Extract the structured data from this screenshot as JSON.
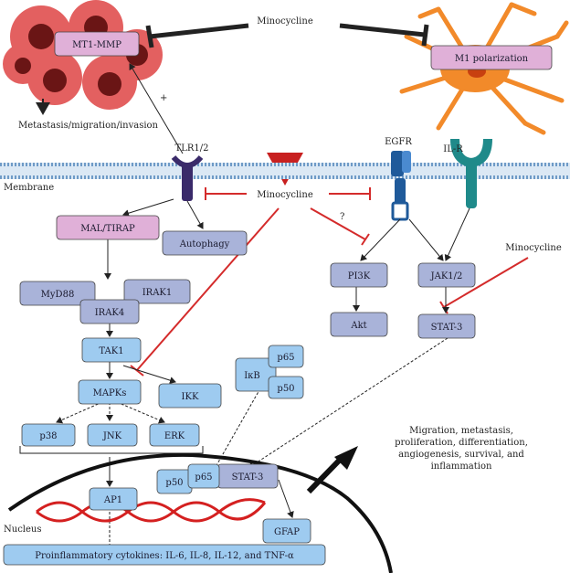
{
  "labels": {
    "minocycline_top": "Minocycline",
    "minocycline_mid": "Minocycline",
    "minocycline_right": "Minocycline",
    "mt1mmp": "MT1-MMP",
    "m1": "M1 polarization",
    "metastasis": "Metastasis/migration/invasion",
    "plus": "+",
    "tlr": "TLR1/2",
    "egfr": "EGFR",
    "ilr": "IL-R",
    "membrane": "Membrane",
    "question": "?",
    "mal": "MAL/TIRAP",
    "autophagy": "Autophagy",
    "myd88": "MyD88",
    "irak1": "IRAK1",
    "irak4": "IRAK4",
    "tak1": "TAK1",
    "mapks": "MAPKs",
    "ikk": "IKK",
    "p38": "p38",
    "jnk": "JNK",
    "erk": "ERK",
    "ikb": "IκB",
    "p65a": "p65",
    "p50a": "p50",
    "pi3k": "PI3K",
    "akt": "Akt",
    "jak": "JAK1/2",
    "stat3a": "STAT-3",
    "p50b": "p50",
    "p65b": "p65",
    "stat3b": "STAT-3",
    "ap1": "AP1",
    "gfap": "GFAP",
    "nucleus": "Nucleus",
    "outcome_1": "Migration, metastasis,",
    "outcome_2": "proliferation, differentiation,",
    "outcome_3": "angiogenesis, survival, and",
    "outcome_4": "inflammation",
    "cytokines": "Proinflammatory cytokines: IL-6, IL-8, IL-12, and TNF-α"
  },
  "colors": {
    "blue_box": "#9ecbf0",
    "purple_box": "#a9b3d9",
    "pink_box": "#e0b0d8",
    "inhibit_red": "#d42b2b",
    "dna_red": "#d42020",
    "membrane_blue": "#6f9bc7"
  }
}
